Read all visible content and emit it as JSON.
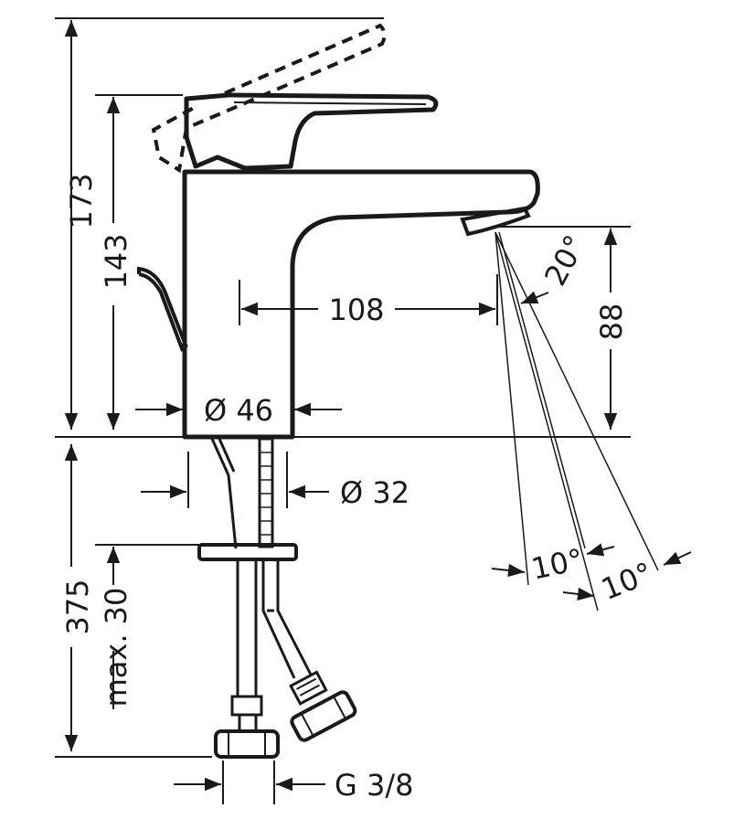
{
  "dimensions": {
    "total_height": "173",
    "spout_height": "143",
    "spout_reach": "108",
    "outlet_height": "88",
    "base_diameter": "Ø 46",
    "shank_diameter": "Ø 32",
    "below_counter": "375",
    "max_counter_thickness": "max. 30",
    "connection_thread": "G 3/8",
    "spray_angle": "20°",
    "swivel_angle_left": "10°",
    "swivel_angle_right": "10°"
  },
  "colors": {
    "line": "#1a1a1a",
    "background": "#ffffff"
  }
}
